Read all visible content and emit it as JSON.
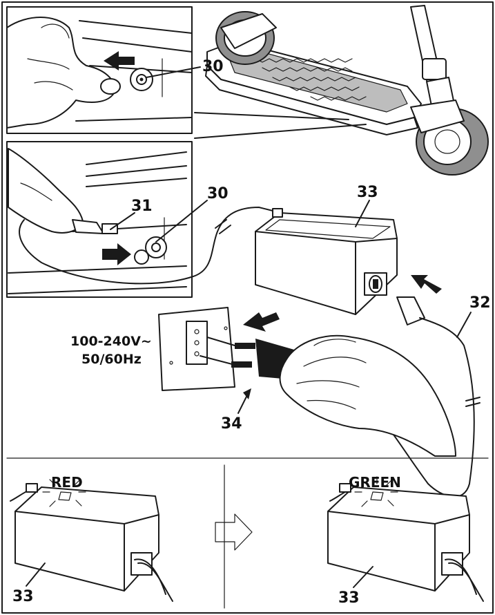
{
  "labels": {
    "inlet_top": "30",
    "inlet_mid": "30",
    "plug_dc": "31",
    "charger": "33",
    "cable": "32",
    "mains_plug": "34",
    "charger_left": "33",
    "charger_right": "33"
  },
  "voltage": {
    "line1": "100-240V~",
    "line2": "50/60Hz"
  },
  "led": {
    "red_label": "RED",
    "green_label": "GREEN",
    "red_color": "#d9d9d9",
    "green_color": "#d9d9d9"
  },
  "colors": {
    "stroke": "#1a1a1a",
    "arrow_fill": "#1a1a1a",
    "progress_arrow": "#b8b8b8"
  },
  "icons": [
    "arrow-left-icon",
    "arrow-right-icon",
    "progress-arrow-icon",
    "led-glow-icon"
  ]
}
